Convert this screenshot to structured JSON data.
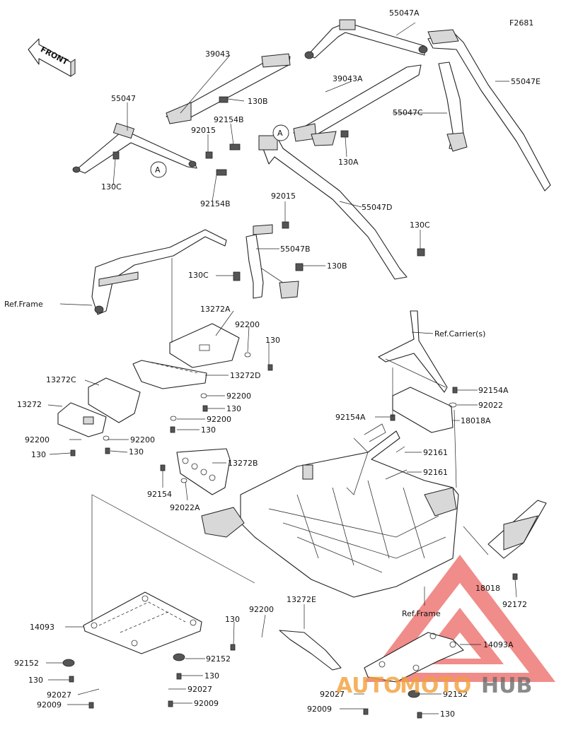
{
  "diagram_code": "F2681",
  "front_badge": "FRONT",
  "callout_letter": "A",
  "labels": {
    "p55047A": "55047A",
    "p39043": "39043",
    "p55047E": "55047E",
    "p39043A": "39043A",
    "p55047": "55047",
    "p130B_a": "130B",
    "p55047C": "55047C",
    "p92154B_a": "92154B",
    "p92015_a": "92015",
    "p130A": "130A",
    "p130C_a": "130C",
    "p92154B_b": "92154B",
    "p92015_b": "92015",
    "p55047D": "55047D",
    "p130C_b": "130C",
    "p55047B": "55047B",
    "p130C_c": "130C",
    "p130B_b": "130B",
    "ref_frame_a": "Ref.Frame",
    "p13272A": "13272A",
    "p92200_a": "92200",
    "p130_a": "130",
    "ref_carrier": "Ref.Carrier(s)",
    "p13272D": "13272D",
    "p13272C": "13272C",
    "p92154A_a": "92154A",
    "p13272": "13272",
    "p92200_b": "92200",
    "p92022_a": "92022",
    "p130_b": "130",
    "p92154A_b": "92154A",
    "p18018A": "18018A",
    "p92200_c": "92200",
    "p92200_d": "92200",
    "p130_c": "130",
    "p130_d": "130",
    "p130_e": "130",
    "p92161_a": "92161",
    "p13272B": "13272B",
    "p92161_b": "92161",
    "p92154": "92154",
    "p92022A": "92022A",
    "p18018": "18018",
    "p92172": "92172",
    "p13272E": "13272E",
    "p92200_e": "92200",
    "p130_f": "130",
    "ref_frame_b": "Ref.Frame",
    "p14093": "14093",
    "p14093A": "14093A",
    "p92152_a": "92152",
    "p92152_b": "92152",
    "p130_g": "130",
    "p130_h": "130",
    "p92027_a": "92027",
    "p92027_b": "92027",
    "p92009_a": "92009",
    "p92009_b": "92009",
    "p92027_c": "92027",
    "p92152_c": "92152",
    "p92009_c": "92009",
    "p130_i": "130"
  },
  "watermark": {
    "auto": "AUTO",
    "moto": "MOTO",
    "hub": "HUB"
  },
  "colors": {
    "watermark_red": "#e5302a",
    "watermark_orange": "#f2a03a",
    "watermark_grey": "#6d6d6d",
    "line": "#222222"
  }
}
